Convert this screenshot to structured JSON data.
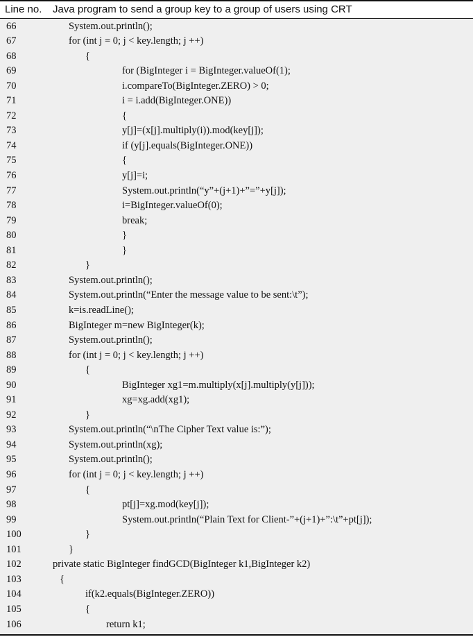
{
  "header": {
    "line_no": "Line no.",
    "title": "Java program to send a group key to a group of users using CRT"
  },
  "rows": [
    {
      "no": "66",
      "indent": 1,
      "code": "System.out.println();"
    },
    {
      "no": "67",
      "indent": 1,
      "code": "for (int j = 0; j < key.length; j ++)"
    },
    {
      "no": "68",
      "indent": 2,
      "code": "{"
    },
    {
      "no": "69",
      "indent": 3,
      "code": "for (BigInteger i = BigInteger.valueOf(1);"
    },
    {
      "no": "70",
      "indent": 3,
      "code": "i.compareTo(BigInteger.ZERO) > 0;"
    },
    {
      "no": "71",
      "indent": 3,
      "code": "i = i.add(BigInteger.ONE))"
    },
    {
      "no": "72",
      "indent": 3,
      "code": "{"
    },
    {
      "no": "73",
      "indent": 3,
      "code": "y[j]=(x[j].multiply(i)).mod(key[j]);"
    },
    {
      "no": "74",
      "indent": 3,
      "code": "if (y[j].equals(BigInteger.ONE))"
    },
    {
      "no": "75",
      "indent": 3,
      "code": "{"
    },
    {
      "no": "76",
      "indent": 3,
      "code": "y[j]=i;"
    },
    {
      "no": "77",
      "indent": 3,
      "code": "System.out.println(“y”+(j+1)+”=”+y[j]);"
    },
    {
      "no": "78",
      "indent": 3,
      "code": "i=BigInteger.valueOf(0);"
    },
    {
      "no": "79",
      "indent": 3,
      "code": "break;"
    },
    {
      "no": "80",
      "indent": 3,
      "code": "}"
    },
    {
      "no": "81",
      "indent": 3,
      "code": "}"
    },
    {
      "no": "82",
      "indent": 2,
      "code": "}"
    },
    {
      "no": "83",
      "indent": 1,
      "code": "System.out.println();"
    },
    {
      "no": "84",
      "indent": 1,
      "code": "System.out.println(“Enter the message value to be sent:\\t”);"
    },
    {
      "no": "85",
      "indent": 1,
      "code": "k=is.readLine();"
    },
    {
      "no": "86",
      "indent": 1,
      "code": "BigInteger m=new BigInteger(k);"
    },
    {
      "no": "87",
      "indent": 1,
      "code": "System.out.println();"
    },
    {
      "no": "88",
      "indent": 1,
      "code": "for (int j = 0; j < key.length; j ++)"
    },
    {
      "no": "89",
      "indent": 2,
      "code": "{"
    },
    {
      "no": "90",
      "indent": 3,
      "code": "BigInteger xg1=m.multiply(x[j].multiply(y[j]));"
    },
    {
      "no": "91",
      "indent": 3,
      "code": "xg=xg.add(xg1);"
    },
    {
      "no": "92",
      "indent": 2,
      "code": "}"
    },
    {
      "no": "93",
      "indent": 1,
      "code": "System.out.println(“\\nThe Cipher Text value is:”);"
    },
    {
      "no": "94",
      "indent": 1,
      "code": "System.out.println(xg);"
    },
    {
      "no": "95",
      "indent": 1,
      "code": "System.out.println();"
    },
    {
      "no": "96",
      "indent": 1,
      "code": "for (int j = 0; j < key.length; j ++)"
    },
    {
      "no": "97",
      "indent": 2,
      "code": "{"
    },
    {
      "no": "98",
      "indent": 3,
      "code": "pt[j]=xg.mod(key[j]);"
    },
    {
      "no": "99",
      "indent": 3,
      "code": "System.out.println(“Plain Text for Client-”+(j+1)+”:\\t”+pt[j]);"
    },
    {
      "no": "100",
      "indent": 2,
      "code": "}"
    },
    {
      "no": "101",
      "indent": 4,
      "code": "}"
    },
    {
      "no": "102",
      "indent": 0,
      "code": "private static BigInteger findGCD(BigInteger k1,BigInteger k2)"
    },
    {
      "no": "103",
      "indent": 5,
      "code": "{"
    },
    {
      "no": "104",
      "indent": 6,
      "code": "if(k2.equals(BigInteger.ZERO))"
    },
    {
      "no": "105",
      "indent": 6,
      "code": "{"
    },
    {
      "no": "106",
      "indent": 7,
      "code": "return k1;"
    }
  ]
}
